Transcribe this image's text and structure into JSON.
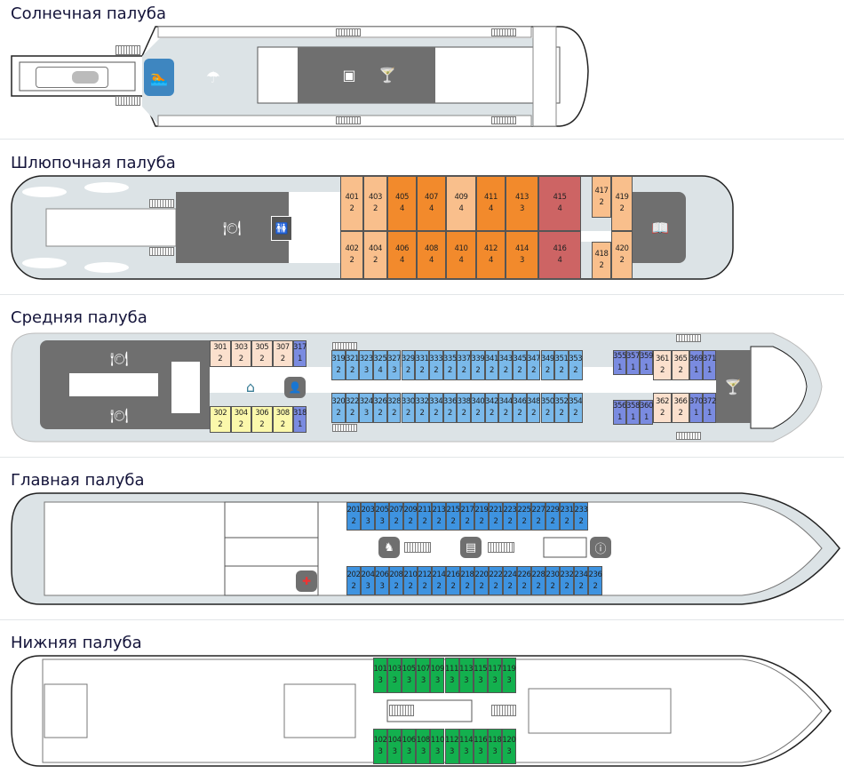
{
  "colors": {
    "std2": "#f9bf8c",
    "fam4": "#f28a2c",
    "suite": "#cd6464",
    "peach": "#fbe0cd",
    "yellow": "#fbf8ab",
    "lightblue": "#7ab9ea",
    "single": "#7a8be0",
    "blue": "#3e93e0",
    "green": "#13b04e",
    "dark": "#6f6f6f",
    "hull": "#dce3e6"
  },
  "decks": [
    {
      "title": "Солнечная палуба",
      "icons": [
        "swimming-pool-icon",
        "beach-umbrella-icon",
        "conference-hall-icon",
        "cocktail-bar-icon"
      ]
    },
    {
      "title": "Шлюпочная палуба",
      "icons": [
        "restaurant-icon",
        "restroom-icon",
        "library-icon"
      ]
    },
    {
      "title": "Средняя палуба",
      "icons": [
        "restaurant-icon",
        "restaurant-icon",
        "ironing-icon",
        "reception-icon",
        "cocktail-bar-icon"
      ]
    },
    {
      "title": "Главная палуба",
      "icons": [
        "kids-room-icon",
        "documents-icon",
        "info-icon",
        "medical-icon"
      ]
    },
    {
      "title": "Нижняя палуба",
      "icons": []
    }
  ],
  "cabins": {
    "d4top": [
      [
        "401",
        "2",
        "std2"
      ],
      [
        "403",
        "2",
        "std2"
      ],
      [
        "405",
        "4",
        "fam4"
      ],
      [
        "407",
        "4",
        "fam4"
      ],
      [
        "409",
        "4",
        "std2"
      ],
      [
        "411",
        "4",
        "fam4"
      ],
      [
        "413",
        "3",
        "fam4"
      ],
      [
        "415",
        "4",
        "suite"
      ]
    ],
    "d4bot": [
      [
        "402",
        "2",
        "std2"
      ],
      [
        "404",
        "2",
        "std2"
      ],
      [
        "406",
        "4",
        "fam4"
      ],
      [
        "408",
        "4",
        "fam4"
      ],
      [
        "410",
        "4",
        "fam4"
      ],
      [
        "412",
        "4",
        "fam4"
      ],
      [
        "414",
        "3",
        "fam4"
      ],
      [
        "416",
        "4",
        "suite"
      ]
    ],
    "d4r_top": [
      [
        "417",
        "2",
        "std2"
      ],
      [
        "419",
        "2",
        "std2"
      ]
    ],
    "d4r_bot": [
      [
        "418",
        "2",
        "std2"
      ],
      [
        "420",
        "2",
        "std2"
      ]
    ],
    "d3l_top": [
      [
        "301",
        "2",
        "peach"
      ],
      [
        "303",
        "2",
        "peach"
      ],
      [
        "305",
        "2",
        "peach"
      ],
      [
        "307",
        "2",
        "peach"
      ],
      [
        "317",
        "1",
        "single"
      ]
    ],
    "d3l_bot": [
      [
        "302",
        "2",
        "yellow"
      ],
      [
        "304",
        "2",
        "yellow"
      ],
      [
        "306",
        "2",
        "yellow"
      ],
      [
        "308",
        "2",
        "yellow"
      ],
      [
        "318",
        "1",
        "single"
      ]
    ],
    "d3m_top": [
      [
        "319",
        "2"
      ],
      [
        "321",
        "2"
      ],
      [
        "323",
        "3"
      ],
      [
        "325",
        "4"
      ],
      [
        "327",
        "3"
      ],
      [
        "329",
        "2"
      ],
      [
        "331",
        "2"
      ],
      [
        "333",
        "2"
      ],
      [
        "335",
        "2"
      ],
      [
        "337",
        "2"
      ],
      [
        "339",
        "2"
      ],
      [
        "341",
        "2"
      ],
      [
        "343",
        "2"
      ],
      [
        "345",
        "2"
      ],
      [
        "347",
        "2"
      ],
      [
        "349",
        "2"
      ],
      [
        "351",
        "2"
      ],
      [
        "353",
        "2"
      ]
    ],
    "d3m_bot": [
      [
        "320",
        "2"
      ],
      [
        "322",
        "2"
      ],
      [
        "324",
        "3"
      ],
      [
        "326",
        "2"
      ],
      [
        "328",
        "2"
      ],
      [
        "330",
        "2"
      ],
      [
        "332",
        "2"
      ],
      [
        "334",
        "2"
      ],
      [
        "336",
        "2"
      ],
      [
        "338",
        "2"
      ],
      [
        "340",
        "2"
      ],
      [
        "342",
        "2"
      ],
      [
        "344",
        "2"
      ],
      [
        "346",
        "2"
      ],
      [
        "348",
        "2"
      ],
      [
        "350",
        "2"
      ],
      [
        "352",
        "2"
      ],
      [
        "354",
        "2"
      ]
    ],
    "d3s_top": [
      [
        "355",
        "1",
        "single"
      ],
      [
        "357",
        "1",
        "single"
      ],
      [
        "359",
        "1",
        "single"
      ]
    ],
    "d3s_bot": [
      [
        "356",
        "1",
        "single"
      ],
      [
        "358",
        "1",
        "single"
      ],
      [
        "360",
        "1",
        "single"
      ]
    ],
    "d3r_top": [
      [
        "361",
        "2",
        "peach"
      ],
      [
        "365",
        "2",
        "peach"
      ],
      [
        "369",
        "1",
        "single"
      ],
      [
        "371",
        "1",
        "single"
      ]
    ],
    "d3r_bot": [
      [
        "362",
        "2",
        "peach"
      ],
      [
        "366",
        "2",
        "peach"
      ],
      [
        "370",
        "1",
        "single"
      ],
      [
        "372",
        "1",
        "single"
      ]
    ],
    "d2_top": [
      [
        "201",
        "2"
      ],
      [
        "203",
        "3"
      ],
      [
        "205",
        "3"
      ],
      [
        "207",
        "2"
      ],
      [
        "209",
        "2"
      ],
      [
        "211",
        "2"
      ],
      [
        "213",
        "2"
      ],
      [
        "215",
        "2"
      ],
      [
        "217",
        "2"
      ],
      [
        "219",
        "2"
      ],
      [
        "221",
        "2"
      ],
      [
        "223",
        "2"
      ],
      [
        "225",
        "2"
      ],
      [
        "227",
        "2"
      ],
      [
        "229",
        "2"
      ],
      [
        "231",
        "2"
      ],
      [
        "233",
        "2"
      ]
    ],
    "d2_bot": [
      [
        "202",
        "2"
      ],
      [
        "204",
        "3"
      ],
      [
        "206",
        "3"
      ],
      [
        "208",
        "2"
      ],
      [
        "210",
        "2"
      ],
      [
        "212",
        "2"
      ],
      [
        "214",
        "2"
      ],
      [
        "216",
        "2"
      ],
      [
        "218",
        "2"
      ],
      [
        "220",
        "2"
      ],
      [
        "222",
        "2"
      ],
      [
        "224",
        "2"
      ],
      [
        "226",
        "2"
      ],
      [
        "228",
        "2"
      ],
      [
        "230",
        "2"
      ],
      [
        "232",
        "2"
      ],
      [
        "234",
        "2"
      ],
      [
        "236",
        "2"
      ]
    ],
    "d1_top": [
      [
        "101",
        "3"
      ],
      [
        "103",
        "3"
      ],
      [
        "105",
        "3"
      ],
      [
        "107",
        "3"
      ],
      [
        "109",
        "3"
      ],
      [
        "111",
        "3"
      ],
      [
        "113",
        "3"
      ],
      [
        "115",
        "3"
      ],
      [
        "117",
        "3"
      ],
      [
        "119",
        "3"
      ]
    ],
    "d1_bot": [
      [
        "102",
        "3"
      ],
      [
        "104",
        "3"
      ],
      [
        "106",
        "3"
      ],
      [
        "108",
        "3"
      ],
      [
        "110",
        "3"
      ],
      [
        "112",
        "3"
      ],
      [
        "114",
        "3"
      ],
      [
        "116",
        "3"
      ],
      [
        "118",
        "3"
      ],
      [
        "120",
        "3"
      ]
    ]
  }
}
